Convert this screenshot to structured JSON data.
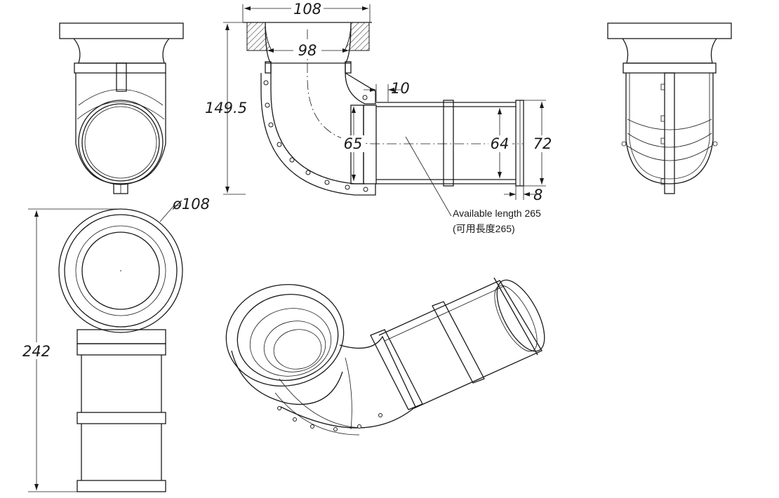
{
  "dimensions": {
    "flange_width": "108",
    "inner_width": "98",
    "height": "149.5",
    "wall_offset": "10",
    "pipe_inlet": "65",
    "pipe_inner": "64",
    "pipe_outer": "72",
    "end_width": "8",
    "top_diameter": "ø108",
    "total_length": "242"
  },
  "note": {
    "line1": "Available length 265",
    "line2": "(可用長度265)"
  }
}
